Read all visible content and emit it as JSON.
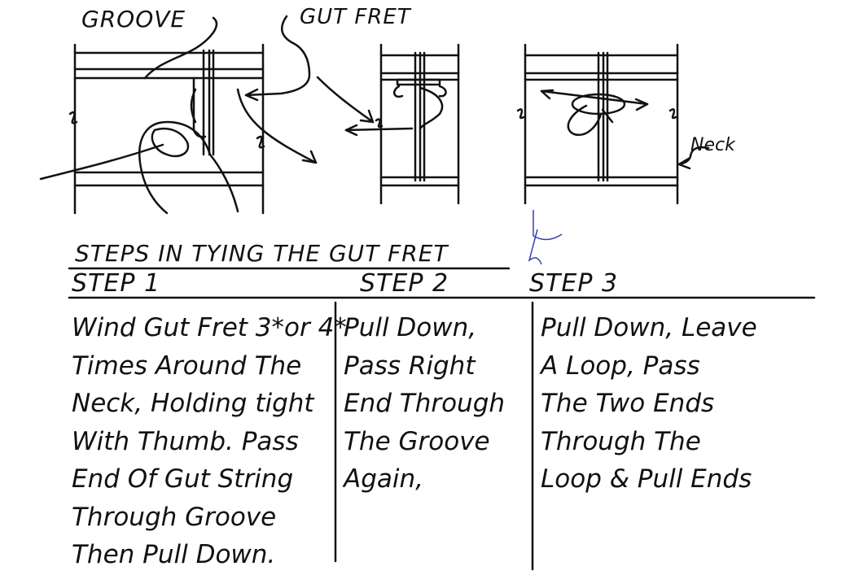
{
  "labels": {
    "groove": "GROOVE",
    "gut_fret": "GUT FRET",
    "neck": "Neck"
  },
  "heading": "STEPS IN TYING THE GUT FRET",
  "steps": [
    {
      "title": "STEP 1",
      "lines": [
        "Wind Gut Fret 3*or 4*",
        "Times Around The",
        "Neck, Holding tight",
        "With Thumb. Pass",
        "End Of Gut String",
        "Through Groove",
        "Then Pull Down."
      ]
    },
    {
      "title": "STEP 2",
      "lines": [
        "Pull Down,",
        "Pass Right",
        "End Through",
        "The Groove",
        "Again,"
      ]
    },
    {
      "title": "STEP 3",
      "lines": [
        "Pull Down, Leave",
        "A Loop, Pass",
        "The Two Ends",
        "Through The",
        "Loop & Pull Ends"
      ]
    }
  ],
  "colors": {
    "ink": "#111111",
    "pen_mark": "#3a3fb0",
    "paper": "#ffffff"
  }
}
